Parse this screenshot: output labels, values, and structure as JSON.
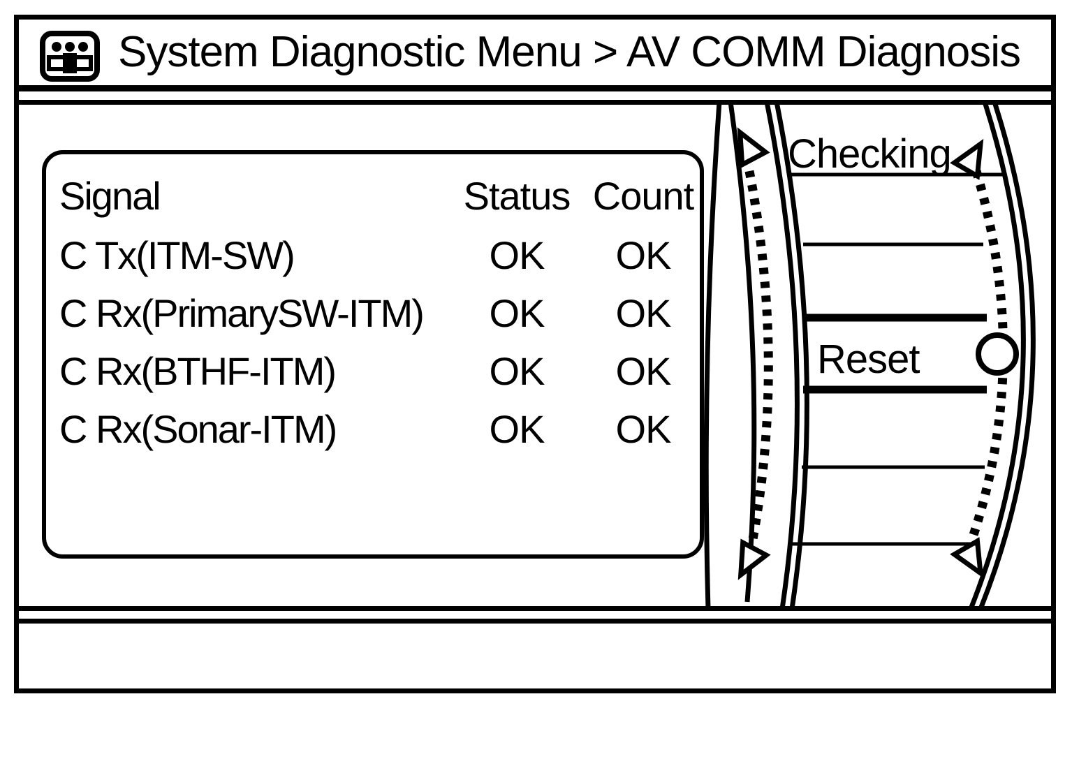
{
  "title_bar": {
    "icon": "av-control-panel-icon",
    "title": "System Diagnostic Menu > AV COMM Diagnosis"
  },
  "signal_table": {
    "columns": [
      "Signal",
      "Status",
      "Count"
    ],
    "rows": [
      {
        "signal": "C Tx(ITM-SW)",
        "status": "OK",
        "count": "OK"
      },
      {
        "signal": "C Rx(PrimarySW-ITM)",
        "status": "OK",
        "count": "OK"
      },
      {
        "signal": "C Rx(BTHF-ITM)",
        "status": "OK",
        "count": "OK"
      },
      {
        "signal": "C Rx(Sonar-ITM)",
        "status": "OK",
        "count": "OK"
      }
    ]
  },
  "drum_selector": {
    "items": [
      {
        "label": "Checking",
        "selected": false
      },
      {
        "label": "",
        "selected": false
      },
      {
        "label": "",
        "selected": false
      },
      {
        "label": "Reset",
        "selected": true,
        "has_radio": true
      },
      {
        "label": "",
        "selected": false
      },
      {
        "label": "",
        "selected": false
      },
      {
        "label": "",
        "selected": false
      }
    ],
    "selected_item": "Reset",
    "scroll_indicators": [
      "up",
      "down"
    ]
  },
  "colors": {
    "foreground": "#000000",
    "background": "#ffffff"
  }
}
